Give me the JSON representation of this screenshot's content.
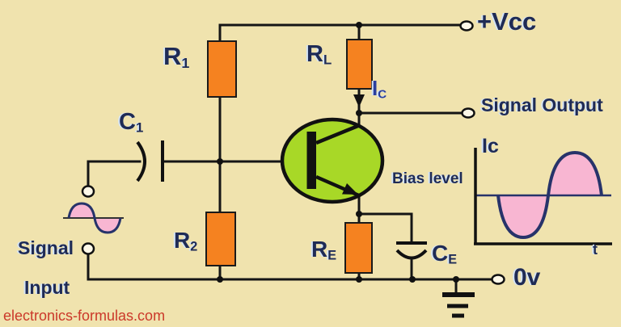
{
  "colors": {
    "background": "#f0e3ae",
    "resistor_fill": "#f58220",
    "transistor_fill": "#a8d827",
    "waveform_fill": "#f8b6d2",
    "waveform_stroke": "#27336a",
    "label_navy": "#1f2b55",
    "current_blue": "#2b3f9e",
    "watermark_red": "#cb392a"
  },
  "terminals": {
    "supply": "+Vcc",
    "output": "Signal Output",
    "ground": "0v",
    "input_line1": "Signal",
    "input_line2": "Input"
  },
  "components": {
    "r1": {
      "symbol": "R",
      "sub": "1"
    },
    "rl": {
      "symbol": "R",
      "sub": "L"
    },
    "r2": {
      "symbol": "R",
      "sub": "2"
    },
    "re": {
      "symbol": "R",
      "sub": "E"
    },
    "c1": {
      "symbol": "C",
      "sub": "1"
    },
    "ce": {
      "symbol": "C",
      "sub": "E"
    }
  },
  "currents": {
    "collector": {
      "symbol": "I",
      "sub": "C"
    }
  },
  "graph": {
    "y_label": "Ic",
    "x_label": "t",
    "bias_label": "Bias level",
    "waveform": "one sine cycle of collector current swinging below then above the bias level"
  },
  "input_waveform": "one small sine cycle, positive half first",
  "watermark": "electronics-formulas.com"
}
